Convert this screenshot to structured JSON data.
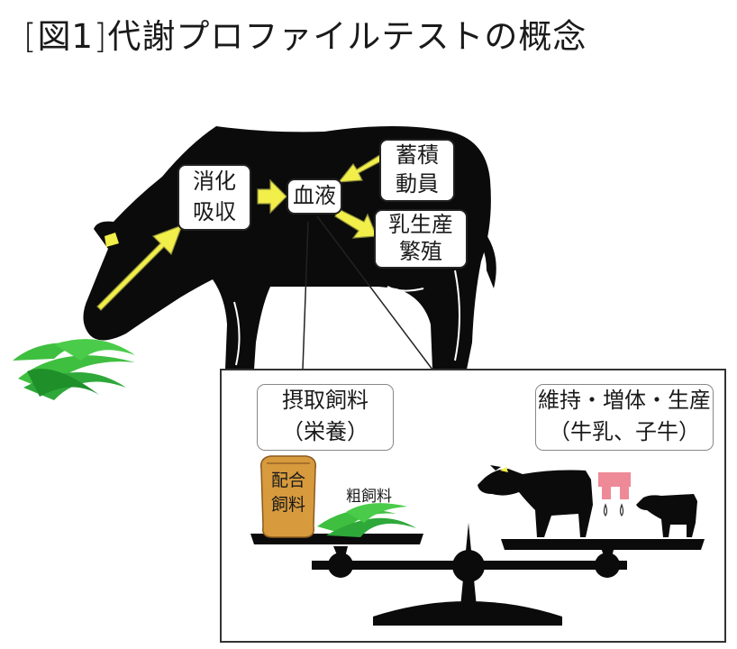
{
  "title": {
    "bracket_open": "[",
    "figure_label": "図1",
    "bracket_close": "]",
    "text": "代謝プロファイルテストの概念"
  },
  "cow_flow": {
    "digestion": [
      "消化",
      "吸収"
    ],
    "blood": "血液",
    "storage": [
      "蓄積",
      "動員"
    ],
    "output": [
      "乳生産",
      "繁殖"
    ]
  },
  "balance": {
    "intake_label": [
      "摂取飼料",
      "（栄養）"
    ],
    "demand_label": [
      "維持・増体・生産",
      "（牛乳、子牛）"
    ],
    "feed_bag": [
      "配合",
      "飼料"
    ],
    "roughage": "粗飼料"
  },
  "colors": {
    "arrow": "#f2ee4a",
    "arrow_outline": "#8a8a3a",
    "grass": "#3fbf3f",
    "grass_dark": "#1f8f2a",
    "bag": "#d79a3d",
    "milker": "#ee8a98",
    "cow": "#0b0b0b"
  }
}
